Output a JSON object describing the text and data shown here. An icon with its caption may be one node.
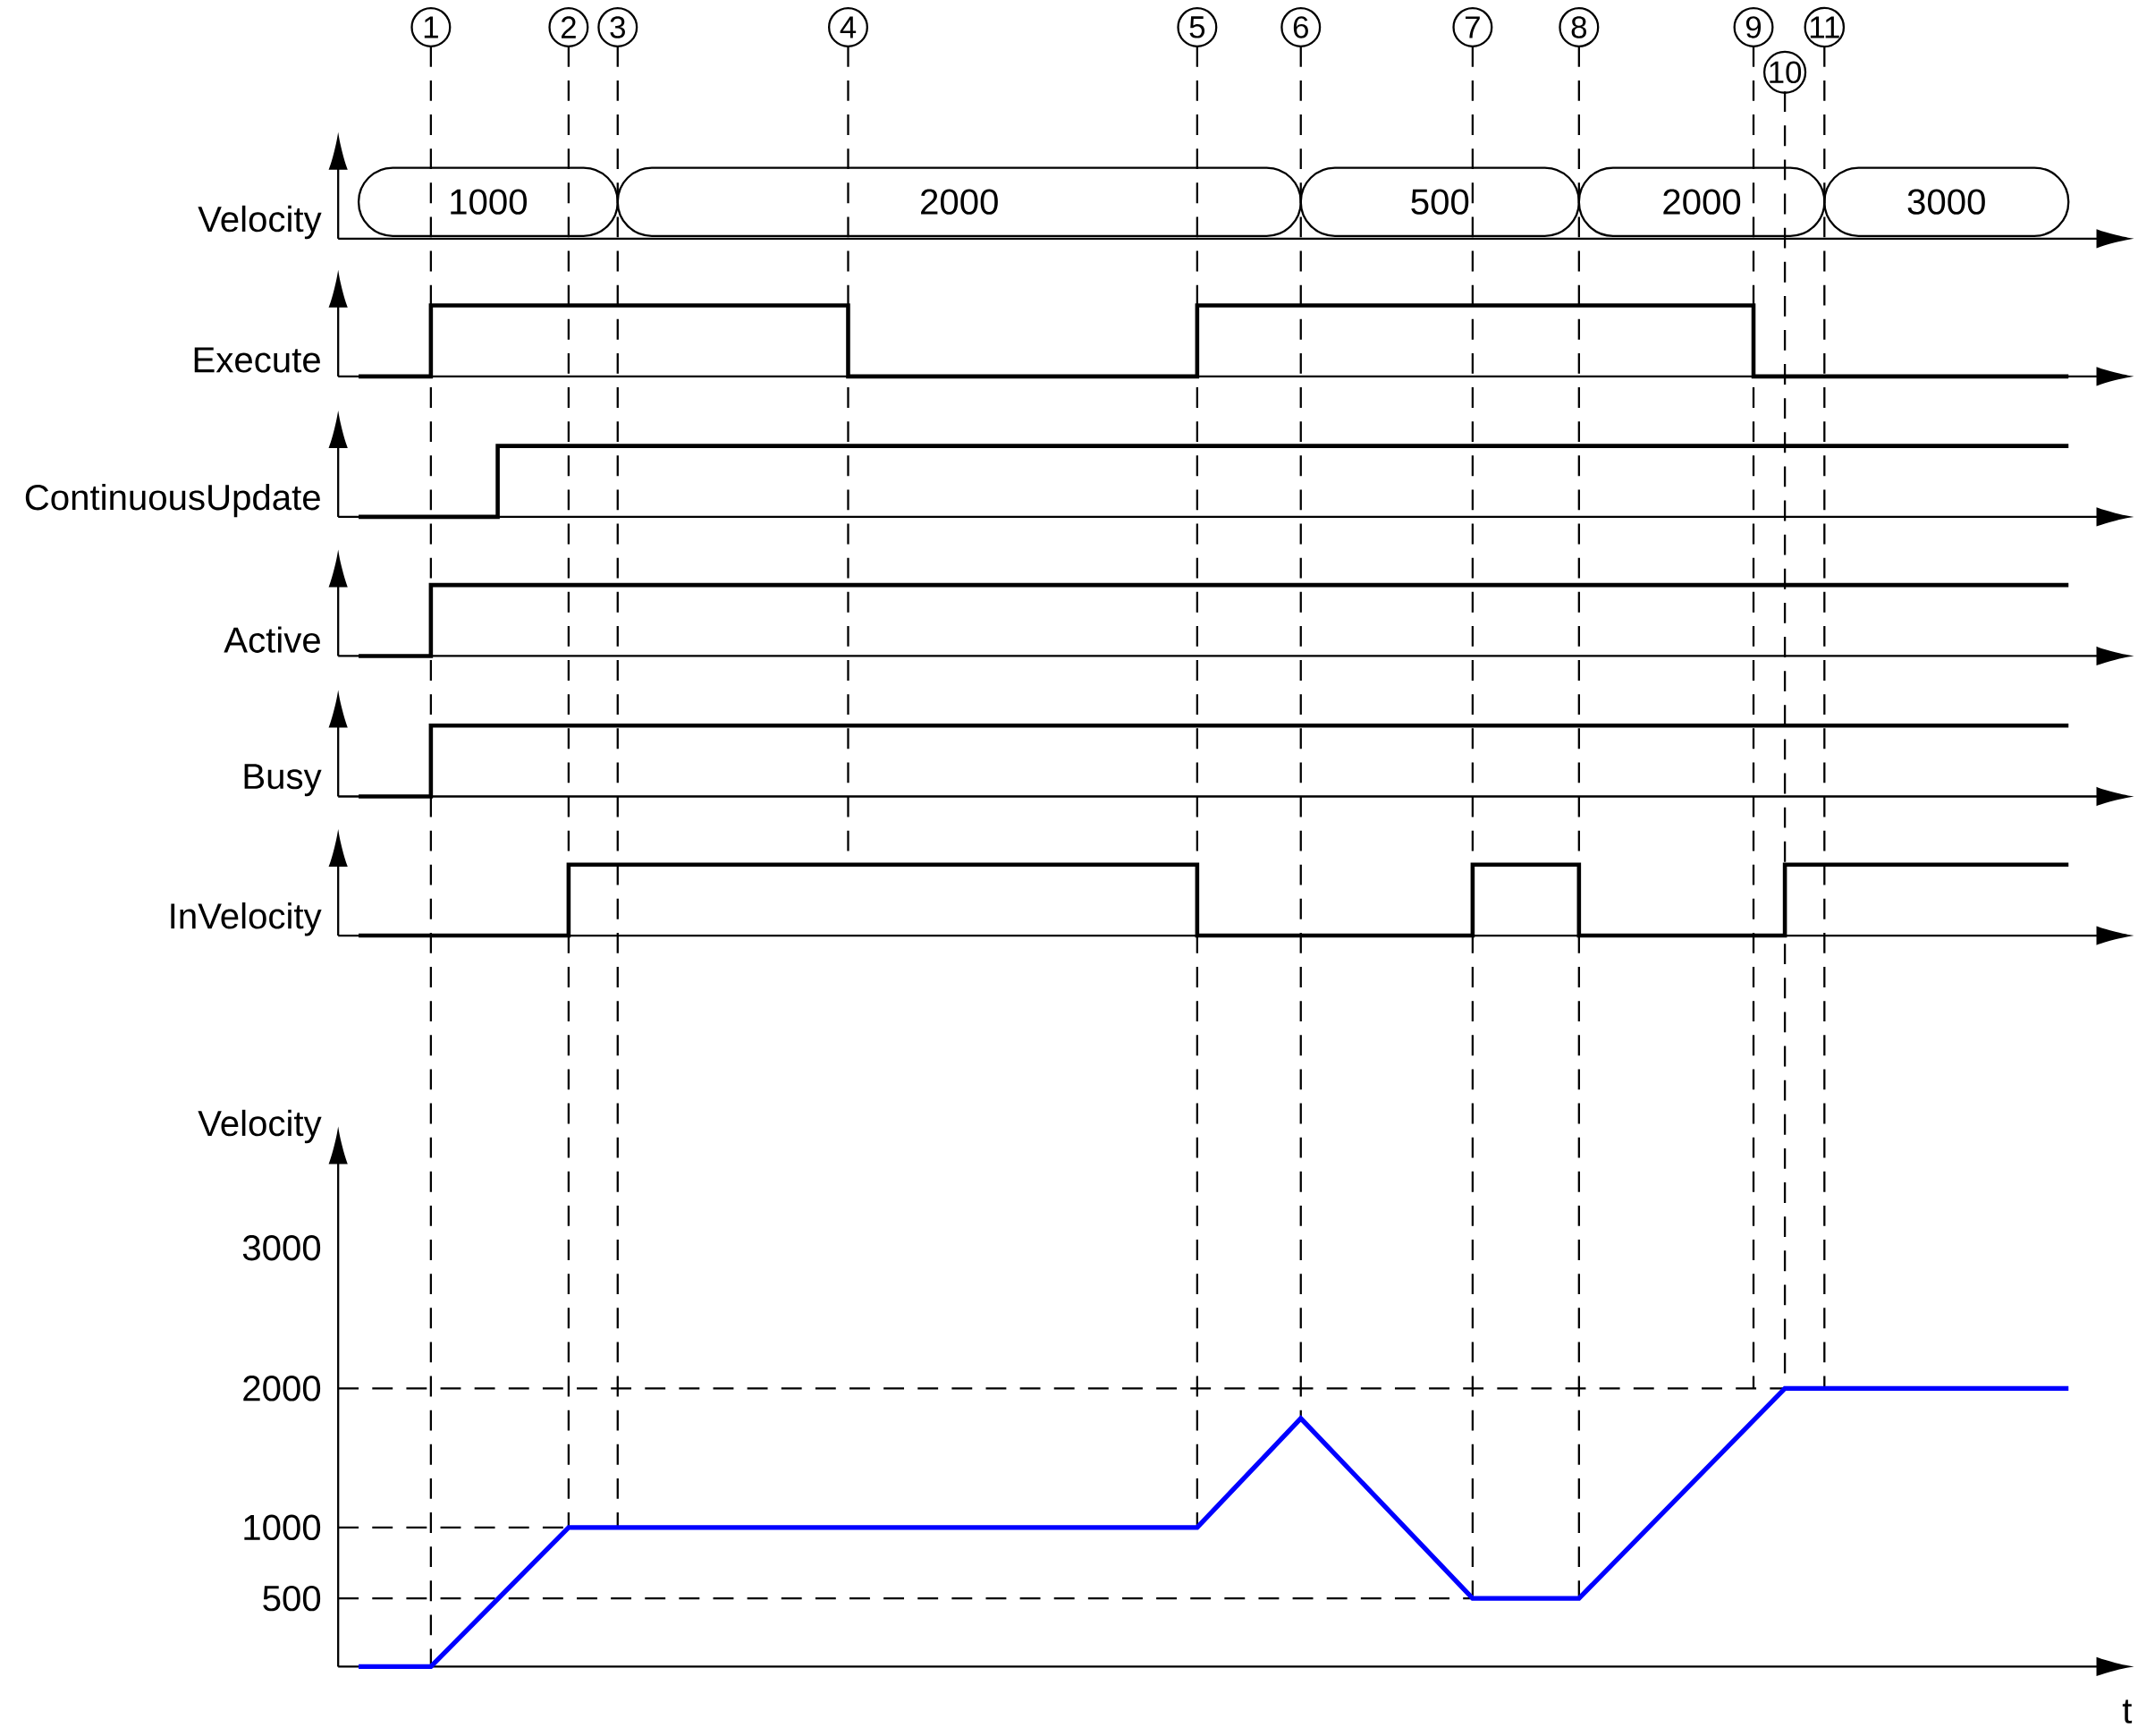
{
  "diagram": {
    "nodes": [
      {
        "text": [
          "1000"
        ]
      },
      {
        "text": [
          "2000"
        ]
      },
      {
        "text": [
          "500"
        ]
      },
      {
        "text": [
          "2000"
        ]
      },
      {
        "text": [
          "3000"
        ]
      }
    ],
    "labels": [
      "1",
      "2",
      "3",
      "4",
      "5",
      "6",
      "7",
      "8",
      "9",
      "10",
      "11",
      "Velocity",
      "Execute",
      "ContinuousUpdate",
      "Active",
      "Busy",
      "InVelocity",
      "Velocity",
      "3000",
      "2000",
      "1000",
      "500",
      "t"
    ]
  }
}
